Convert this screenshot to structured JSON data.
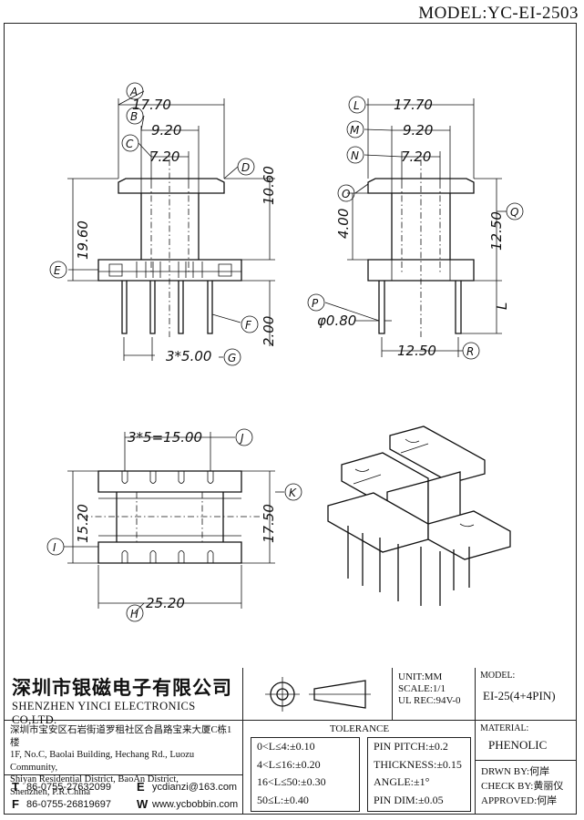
{
  "header": {
    "model_title": "MODEL:YC-EI-2503"
  },
  "dimensions": {
    "front_view": {
      "overall_width": "17.70",
      "middle_width": "9.20",
      "core_width": "7.20",
      "height": "10.60",
      "total_height": "19.60",
      "pin_length": "2.00",
      "pin_pitch": "3*5.00"
    },
    "side_view": {
      "overall_width": "17.70",
      "middle_width": "9.20",
      "core_width": "7.20",
      "flange_height": "4.00",
      "height": "12.50",
      "pin_dia": "φ0.80",
      "pin_span": "12.50",
      "length_label": "L"
    },
    "bottom_view": {
      "pin_row_span": "3*5=15.00",
      "inner_span": "15.20",
      "outer_span": "17.50",
      "base_width": "25.20"
    }
  },
  "callouts": [
    "A",
    "B",
    "C",
    "D",
    "E",
    "F",
    "G",
    "H",
    "I",
    "J",
    "K",
    "L",
    "M",
    "N",
    "O",
    "P",
    "Q",
    "R"
  ],
  "title_block": {
    "company_cn": "深圳市银磁电子有限公司",
    "company_en": "SHENZHEN YINCI ELECTRONICS CO,LTD.",
    "address_lines": [
      "深圳市宝安区石岩街道罗租社区合昌路宝来大厦C栋1楼",
      "1F, No.C, Baolai Building, Hechang Rd., Luozu Community,",
      "Shiyan Residential District, BaoAn District,",
      "Shenzhen, P.R.China"
    ],
    "tel_key": "T",
    "tel": "86-0755-27632099",
    "fax_key": "F",
    "fax": "86-0755-26819697",
    "email_key": "E",
    "email": "ycdianzi@163.com",
    "web_key": "W",
    "web": "www.ycbobbin.com",
    "unit": "UNIT:MM",
    "scale": "SCALE:1/1",
    "ul_rec": "UL REC:94V-0",
    "model_label": "MODEL:",
    "model_value": "EI-25(4+4PIN)",
    "tolerance_header": "TOLERANCE",
    "tolerance_left": [
      "0<L≤4:±0.10",
      "4<L≤16:±0.20",
      "16<L≤50:±0.30",
      "50≤L:±0.40"
    ],
    "tolerance_right": [
      "PIN PITCH:±0.2",
      "THICKNESS:±0.15",
      "ANGLE:±1°",
      "PIN DIM:±0.05"
    ],
    "material_label": "MATERIAL:",
    "material_value": "PHENOLIC",
    "drawn_by": "DRWN BY:何岸",
    "check_by": "CHECK BY:黄丽仪",
    "approved": "APPROVED:何岸"
  }
}
